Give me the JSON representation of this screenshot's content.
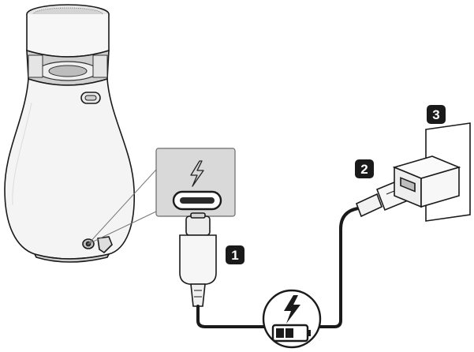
{
  "steps": [
    {
      "number": "1",
      "meaning": "connect-usb-c-to-speaker"
    },
    {
      "number": "2",
      "meaning": "connect-usb-a-to-adapter"
    },
    {
      "number": "3",
      "meaning": "plug-adapter-into-wall-outlet"
    }
  ],
  "icons": {
    "charge_symbol": "lightning-bolt-icon",
    "charging_status": "battery-charging-icon",
    "port_zoom": "usb-c-port-icon"
  },
  "colors": {
    "outline": "#1a1a1a",
    "cable": "#1a1a1a",
    "speaker_body": "#f4f4f4",
    "callout_fill": "#d9d9d9",
    "badge_fill": "#1a1a1a",
    "badge_text": "#ffffff"
  }
}
